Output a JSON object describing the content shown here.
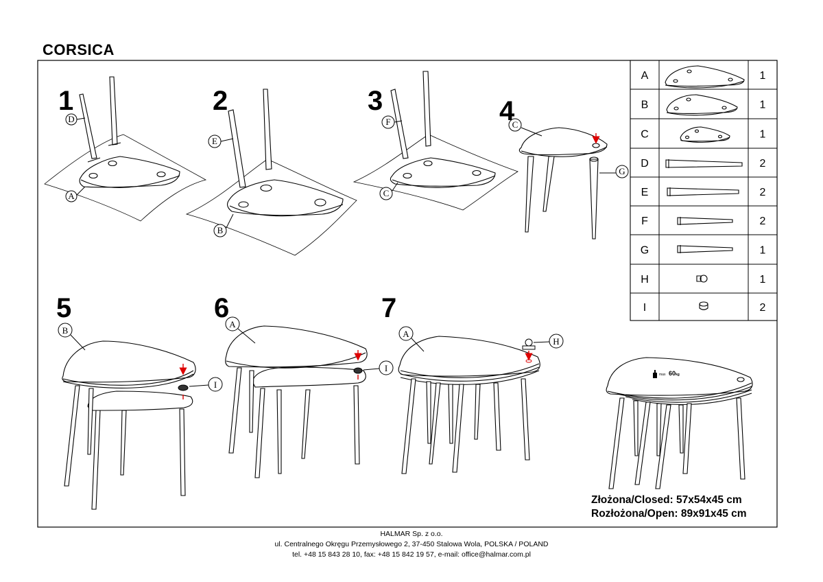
{
  "title": "CORSICA",
  "steps": [
    "1",
    "2",
    "3",
    "4",
    "5",
    "6",
    "7"
  ],
  "callouts": {
    "s1_d": "D",
    "s1_a": "A",
    "s2_e": "E",
    "s2_b": "B",
    "s3_f": "F",
    "s3_c": "C",
    "s4_c": "C",
    "s4_g": "G",
    "s5_b": "B",
    "s5_i": "I",
    "s6_a": "A",
    "s6_i": "I",
    "s7_a": "A",
    "s7_h": "H"
  },
  "weight_label": "max 60kg",
  "parts": [
    {
      "letter": "A",
      "qty": "1",
      "icon": "tabletop-a-icon"
    },
    {
      "letter": "B",
      "qty": "1",
      "icon": "tabletop-b-icon"
    },
    {
      "letter": "C",
      "qty": "1",
      "icon": "tabletop-c-icon"
    },
    {
      "letter": "D",
      "qty": "2",
      "icon": "leg-d-icon"
    },
    {
      "letter": "E",
      "qty": "2",
      "icon": "leg-e-icon"
    },
    {
      "letter": "F",
      "qty": "2",
      "icon": "leg-f-icon"
    },
    {
      "letter": "G",
      "qty": "1",
      "icon": "leg-g-icon"
    },
    {
      "letter": "H",
      "qty": "1",
      "icon": "connector-h-icon"
    },
    {
      "letter": "I",
      "qty": "2",
      "icon": "connector-i-icon"
    }
  ],
  "dimensions": {
    "closed": "Złożona/Closed: 57x54x45 cm",
    "open": "Rozłożona/Open: 89x91x45 cm"
  },
  "footer": {
    "line1": "HALMAR Sp. z o.o.",
    "line2": "ul. Centralnego Okręgu Przemysłowego 2, 37-450 Stalowa Wola, POLSKA / POLAND",
    "line3": "tel. +48 15 843 28 10, fax: +48 15 842 19 57, e-mail: office@halmar.com.pl"
  }
}
